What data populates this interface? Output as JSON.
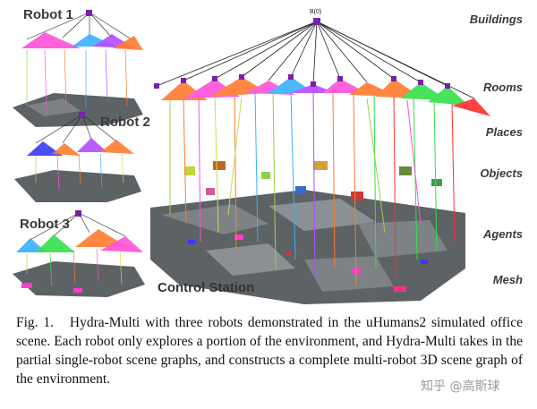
{
  "figure": {
    "robots": [
      "Robot 1",
      "Robot 2",
      "Robot 3"
    ],
    "layers": [
      "Buildings",
      "Rooms",
      "Places",
      "Objects",
      "Agents",
      "Mesh"
    ],
    "station_label": "Control Station",
    "root_node_label": "B(0)"
  },
  "caption": {
    "fig_label": "Fig. 1.",
    "text": "Hydra-Multi with three robots demonstrated in the uHumans2 simulated office scene. Each robot only explores a portion of the environment, and Hydra-Multi takes in the partial single-robot scene graphs, and constructs a complete multi-robot 3D scene graph of the environment."
  },
  "watermark": "知乎 @高斯球",
  "colors": {
    "mesh": "#5d6265",
    "room_fans": [
      "#ff4fd8",
      "#ff7b2e",
      "#3ab0ff",
      "#b44cff",
      "#33e04a",
      "#ff2e2e"
    ],
    "building_node": "#7a1fa8"
  }
}
